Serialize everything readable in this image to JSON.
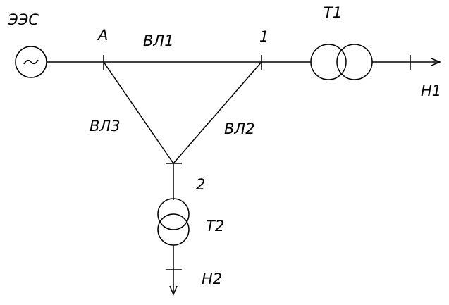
{
  "labels": {
    "source": "ЭЭС",
    "node_a": "А",
    "line_1": "ВЛ1",
    "node_1": "1",
    "transformer_1": "Т1",
    "load_1": "Н1",
    "line_3": "ВЛ3",
    "line_2": "ВЛ2",
    "node_2": "2",
    "transformer_2": "Т2",
    "load_2": "Н2"
  },
  "colors": {
    "ink": "#000000",
    "background": "#ffffff"
  }
}
